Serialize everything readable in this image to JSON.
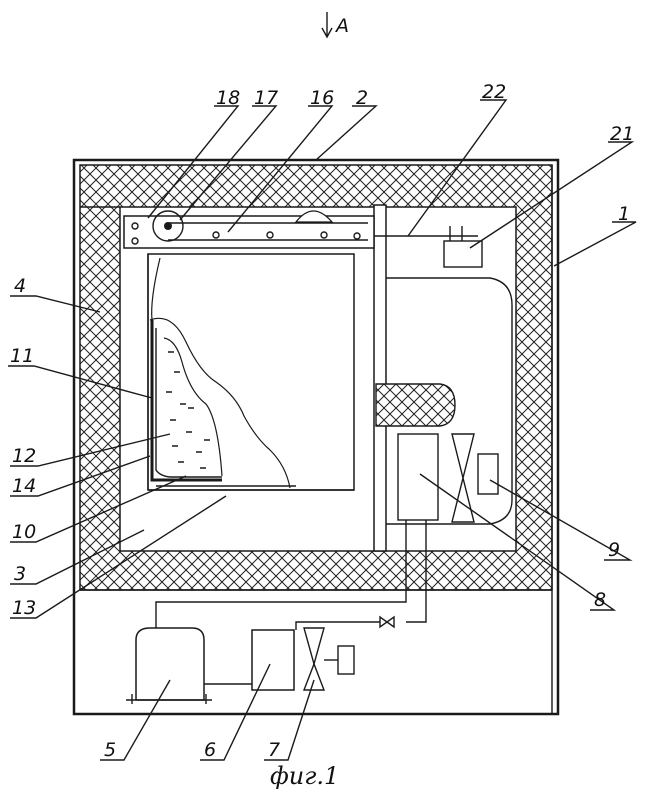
{
  "view_marker": "A",
  "caption": "фиг.1",
  "labels": [
    {
      "id": "18",
      "text": "18"
    },
    {
      "id": "17",
      "text": "17"
    },
    {
      "id": "16",
      "text": "16"
    },
    {
      "id": "2",
      "text": "2"
    },
    {
      "id": "22",
      "text": "22"
    },
    {
      "id": "21",
      "text": "21"
    },
    {
      "id": "1",
      "text": "1"
    },
    {
      "id": "4",
      "text": "4"
    },
    {
      "id": "11",
      "text": "11"
    },
    {
      "id": "12",
      "text": "12"
    },
    {
      "id": "14",
      "text": "14"
    },
    {
      "id": "10",
      "text": "10"
    },
    {
      "id": "3",
      "text": "3"
    },
    {
      "id": "13",
      "text": "13"
    },
    {
      "id": "9",
      "text": "9"
    },
    {
      "id": "8",
      "text": "8"
    },
    {
      "id": "5",
      "text": "5"
    },
    {
      "id": "6",
      "text": "6"
    },
    {
      "id": "7",
      "text": "7"
    }
  ]
}
